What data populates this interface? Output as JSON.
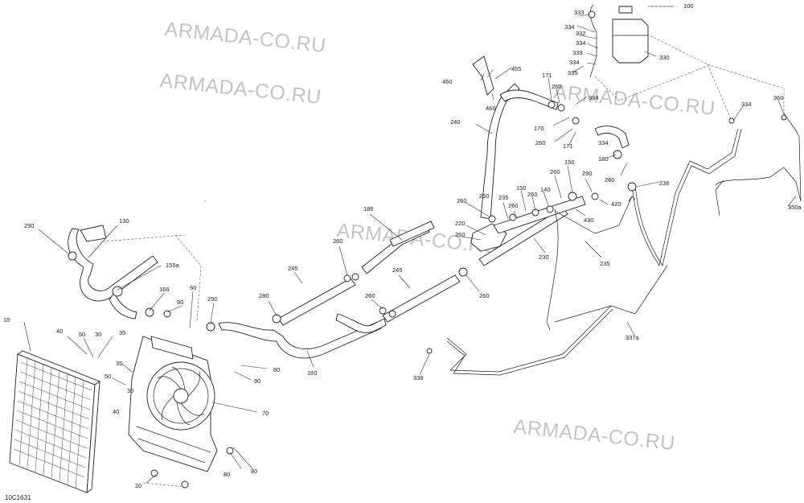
{
  "watermark_text": "ARMADA-CO.RU",
  "figure_id": "10C1631",
  "callouts": [
    "100",
    "333",
    "334",
    "332",
    "330",
    "334",
    "339",
    "334",
    "335",
    "334",
    "360",
    "334",
    "455",
    "460",
    "460",
    "171",
    "260",
    "170",
    "260",
    "171",
    "240",
    "180",
    "260",
    "334",
    "350a",
    "238",
    "290",
    "150",
    "260",
    "140",
    "260",
    "150",
    "420",
    "430",
    "260",
    "235",
    "220",
    "260",
    "186",
    "260",
    "230",
    "235",
    "245",
    "245",
    "260",
    "260",
    "280",
    "290",
    "130",
    "155a",
    "166",
    "90",
    "60",
    "290",
    "10",
    "40",
    "50",
    "30",
    "35",
    "35",
    "50",
    "30",
    "40",
    "80",
    "90",
    "70",
    "80",
    "80",
    "20",
    "160",
    "337a",
    "338",
    "250",
    "260"
  ]
}
